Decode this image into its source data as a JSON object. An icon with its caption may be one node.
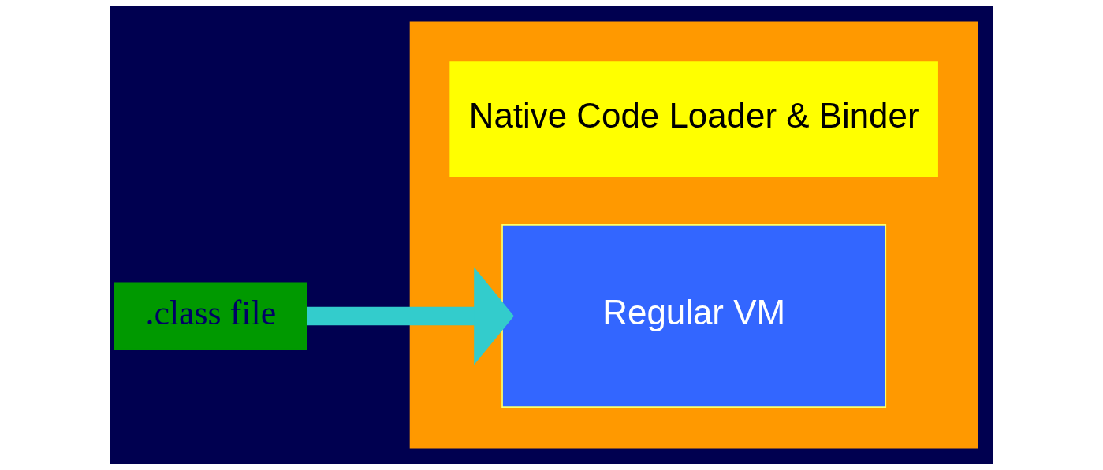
{
  "diagram": {
    "nodes": [
      {
        "text": [],
        "shape": "box"
      },
      {
        "text": [
          "Native Code Loader & Binder"
        ],
        "in": 0
      },
      {
        "text": [
          "Regular VM"
        ],
        "in": 0
      },
      {
        "text": [
          ".class file"
        ]
      }
    ],
    "edges": [
      {
        "from": 3,
        "to": 2,
        "arrow": "to"
      }
    ]
  }
}
